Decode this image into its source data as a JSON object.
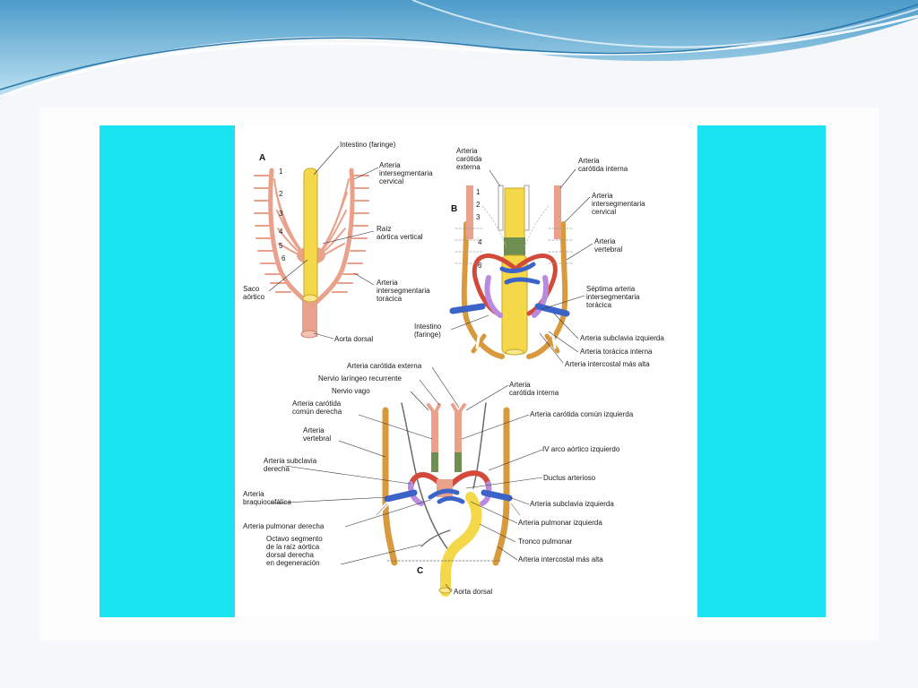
{
  "colors": {
    "accent_cyan": "#1ae3f1",
    "wave_blue": "#5aa9cc",
    "artery_pink": "#e9a18c",
    "gut_yellow": "#f5d84a",
    "vessel_orange": "#d99a3e",
    "vein_blue": "#3c64c8",
    "arch_red": "#d44a3a",
    "arch_purple": "#b88be0",
    "green": "#6f8f52"
  },
  "diagram": {
    "panels": {
      "a": "A",
      "b": "B",
      "c": "C"
    },
    "numbers_a": [
      "1",
      "2",
      "3",
      "4",
      "5",
      "6"
    ],
    "numbers_b": [
      "1",
      "2",
      "3",
      "4",
      "6"
    ],
    "labels_a": {
      "intestino": "Intestino (faringe)",
      "intersegmentaria_cervical": "Arteria\nintersegmentaria\ncervical",
      "raiz_aortica": "Raíz\naórtica vertical",
      "saco_aortico": "Saco\naórtico",
      "intersegmentaria_toracica": "Arteria\nintersegmentaria\ntorácica",
      "aorta_dorsal": "Aorta dorsal"
    },
    "labels_b": {
      "carotida_externa": "Arteria\ncarótida\nexterna",
      "carotida_interna": "Arteria\ncarótida interna",
      "intersegmentaria_cervical": "Arteria\nintersegmentaria\ncervical",
      "vertebral": "Arteria\nvertebral",
      "septima": "Séptima arteria\nintersegmentaria\ntorácica",
      "intestino": "Intestino\n(faringe)",
      "subclavia_izquierda": "Arteria subclavia izquierda",
      "toracica_interna": "Arteria torácica interna",
      "intercostal": "Arteria intercostal más alta"
    },
    "labels_c": {
      "carotida_externa": "Arteria carótida externa",
      "laringeo": "Nervio laríngeo recurrente",
      "vago": "Nervio vago",
      "carotida_interna": "Arteria\ncarótida interna",
      "comun_derecha": "Arteria carótida\ncomún derecha",
      "comun_izquierda": "Arteria carótida común izquierda",
      "vertebral": "Arteria\nvertebral",
      "arco_iv": "IV arco aórtico izquierdo",
      "subclavia_derecha": "Arteria subclavia\nderecha",
      "ductus": "Ductus arterioso",
      "braquiocefalica": "Arteria\nbraquiocefálica",
      "subclavia_izquierda": "Arteria subclavia izquierda",
      "pulmonar_derecha": "Arteria pulmonar derecha",
      "pulmonar_izquierda": "Arteria pulmonar izquierda",
      "octavo": "Octavo segmento\nde la raíz aórtica\ndorsal derecha\nen degeneración",
      "tronco": "Tronco pulmonar",
      "intercostal": "Arteria intercostal más alta",
      "aorta_dorsal": "Aorta dorsal"
    }
  }
}
